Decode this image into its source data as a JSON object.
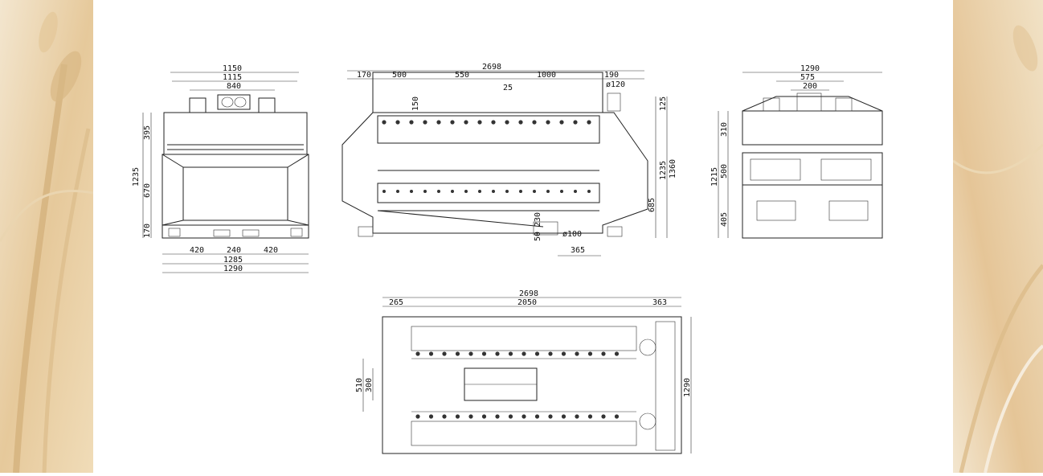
{
  "colors": {
    "background_wheat_light": "#f3e6cf",
    "background_wheat_dark": "#d2ae77",
    "sheet": "#ffffff",
    "line": "#222222"
  },
  "front_view": {
    "dims": {
      "w1150": "1150",
      "w1115": "1115",
      "w840": "840",
      "h395": "395",
      "h670": "670",
      "h170": "170",
      "h1235": "1235",
      "b420a": "420",
      "b240": "240",
      "b420b": "420",
      "b1285": "1285",
      "b1290": "1290"
    }
  },
  "side_view": {
    "dims": {
      "total2698": "2698",
      "d170": "170",
      "d500": "500",
      "d550": "550",
      "d1000": "1000",
      "d190": "190",
      "dia120": "ø120",
      "d25": "25",
      "d150": "150",
      "d125": "125",
      "d1235": "1235",
      "d1360": "1360",
      "d685": "685",
      "d230": "230",
      "d50": "50",
      "dia100": "ø100",
      "d365": "365"
    }
  },
  "end_view": {
    "dims": {
      "w1290": "1290",
      "w575": "575",
      "w200": "200",
      "h310": "310",
      "h500": "500",
      "h405": "405",
      "h1215": "1215"
    }
  },
  "top_view": {
    "dims": {
      "total2698": "2698",
      "d265": "265",
      "d2050": "2050",
      "d363": "363",
      "d510": "510",
      "d300": "300",
      "d1290": "1290"
    }
  }
}
